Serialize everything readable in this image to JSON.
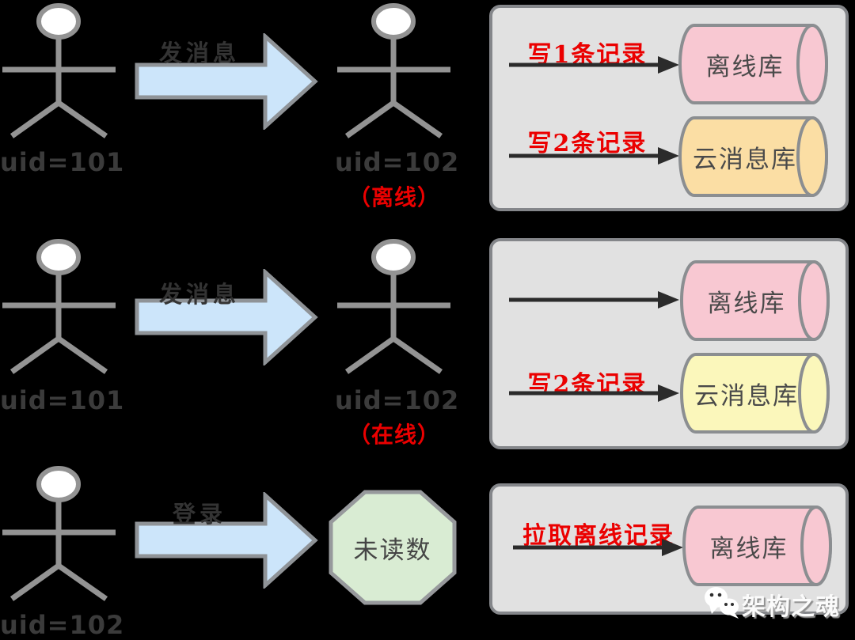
{
  "diagram": {
    "rows": [
      {
        "sender": "uid=101",
        "action": "发消息",
        "receiver": "uid=102",
        "receiver_status": "（离线）",
        "flows": [
          {
            "label": "写1条记录",
            "target": "离线库"
          },
          {
            "label": "写2条记录",
            "target": "云消息库"
          }
        ]
      },
      {
        "sender": "uid=101",
        "action": "发消息",
        "receiver": "uid=102",
        "receiver_status": "（在线）",
        "flows": [
          {
            "label": "",
            "target": "离线库"
          },
          {
            "label": "写2条记录",
            "target": "云消息库"
          }
        ]
      },
      {
        "sender": "uid=102",
        "action": "登录",
        "result": "未读数",
        "flows": [
          {
            "label": "拉取离线记录",
            "target": "离线库"
          }
        ]
      }
    ],
    "watermark": "架构之魂",
    "colors": {
      "offline_store": "#f8c8d2",
      "cloud_store_row1": "#fbdea4",
      "cloud_store_row2": "#fbf7bb",
      "unread_badge": "#d9ecd3",
      "action_arrow": "#cce5fa",
      "panel_bg": "#e1e1e1",
      "highlight_red": "#eb0000"
    }
  }
}
